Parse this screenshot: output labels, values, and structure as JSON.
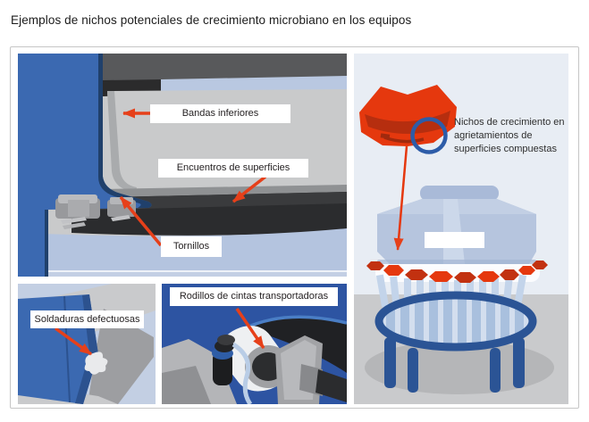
{
  "title": "Ejemplos de nichos potenciales de crecimiento microbiano en los equipos",
  "colors": {
    "arrow_red": "#e6401a",
    "machine_blue": "#3b69b1",
    "dark_navy": "#20406b",
    "roller_panel_bg_blue": "#2d54a2",
    "light_blue": "#b4c4df",
    "steel_gray": "#c9cacb",
    "dark_band_gray": "#2b2c2e",
    "crack_red": "#e5380e",
    "crack_dark_red": "#b02e0f",
    "magnifier_ring_blue": "#2d5ca8",
    "base_blue": "#2b5495",
    "tank_blue": "#b6c5de",
    "wall_bg": "#e8edf4",
    "floor_gray": "#c9cacc"
  },
  "main_panel": {
    "labels": {
      "bandas": "Bandas inferiores",
      "encuentros": "Encuentros de superficies",
      "tornillos": "Tornillos"
    }
  },
  "weld_panel": {
    "label": "Soldaduras defectuosas"
  },
  "roller_panel": {
    "label": "Rodillos de cintas transportadoras"
  },
  "tank_panel": {
    "caption": "Nichos de crecimiento en agrietamientos de superficies compuestas"
  }
}
